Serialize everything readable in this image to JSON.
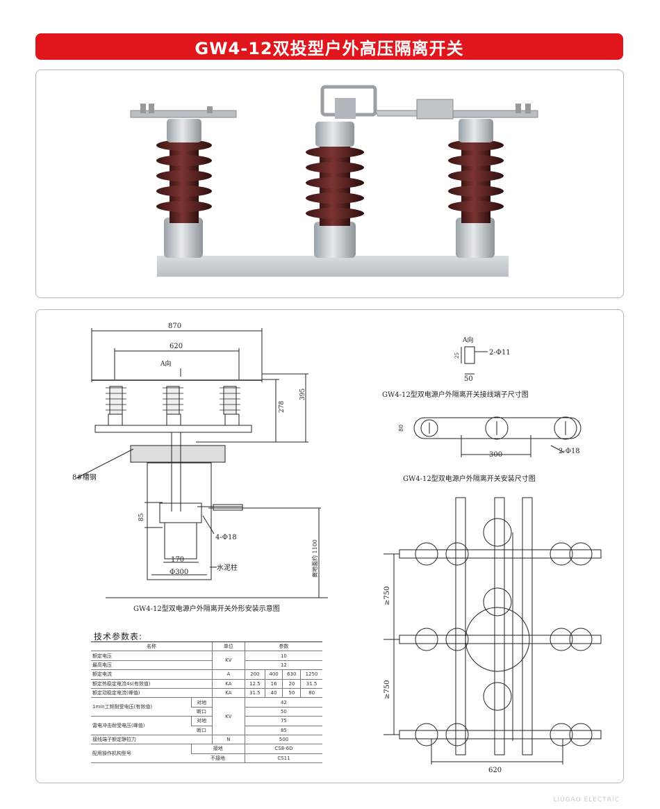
{
  "title": "GW4-12双投型户外高压隔离开关",
  "drawing": {
    "dim_870": "870",
    "dim_620": "620",
    "dim_a_view": "A向",
    "dim_395": "395",
    "dim_278": "278",
    "label_channel_steel": "8#槽钢",
    "dim_85": "85",
    "label_4_phi18": "4-Φ18",
    "dim_170": "170",
    "dim_phi300": "Φ300",
    "label_concrete_pole": "水泥柱",
    "label_height": "离地面约 1100",
    "caption_main": "GW4-12型双电源户外隔离开关外形安装示意图",
    "terminal_a_view": "A向",
    "terminal_2_phi11": "2-Φ11",
    "terminal_dim_50": "50",
    "terminal_dim_25": "25",
    "caption_terminal": "GW4-12型双电源户外隔离开关接线端子尺寸图",
    "mount_dim_80": "80",
    "mount_dim_300": "300",
    "mount_2_phi18": "2-Φ18",
    "caption_mount": "GW4-12型双电源户外隔离开关安装尺寸图",
    "side_ge750_a": "≥750",
    "side_ge750_b": "≥750",
    "side_dim_620": "620"
  },
  "table": {
    "title": "技术参数表:",
    "header": {
      "name": "名称",
      "unit": "单位",
      "params": "参数"
    },
    "rated_voltage": "额定电压",
    "max_voltage": "最高电压",
    "unit_kv": "KV",
    "v10": "10",
    "v12": "12",
    "rated_current": "额定电流",
    "unit_a": "A",
    "currents": [
      "200",
      "400",
      "630",
      "1250"
    ],
    "thermal": "额定热稳定电流4s(有效值)",
    "unit_ka1": "KA",
    "thermal_vals": [
      "12.5",
      "16",
      "20",
      "31.5"
    ],
    "dynamic": "额定动稳定电流(峰值)",
    "unit_ka2": "KA",
    "dynamic_vals": [
      "31.5",
      "40",
      "50",
      "80"
    ],
    "power_freq": "1min工频耐受电压(有效值)",
    "to_ground": "对地",
    "across": "断口",
    "pf_ground": "42",
    "pf_across": "50",
    "lightning": "雷电冲击耐受电压(峰值)",
    "unit_kv2": "KV",
    "li_ground": "75",
    "li_across": "85",
    "terminal_pull": "接线端子额定静拉力",
    "unit_n": "N",
    "pull_val": "500",
    "mechanism": "配用操作机构型号",
    "grounded": "接地",
    "not_grounded": "不接地",
    "mech_ground": "CS8-6D",
    "mech_noground": "CS11"
  },
  "footer": "LIUGAO ELECTRIC"
}
